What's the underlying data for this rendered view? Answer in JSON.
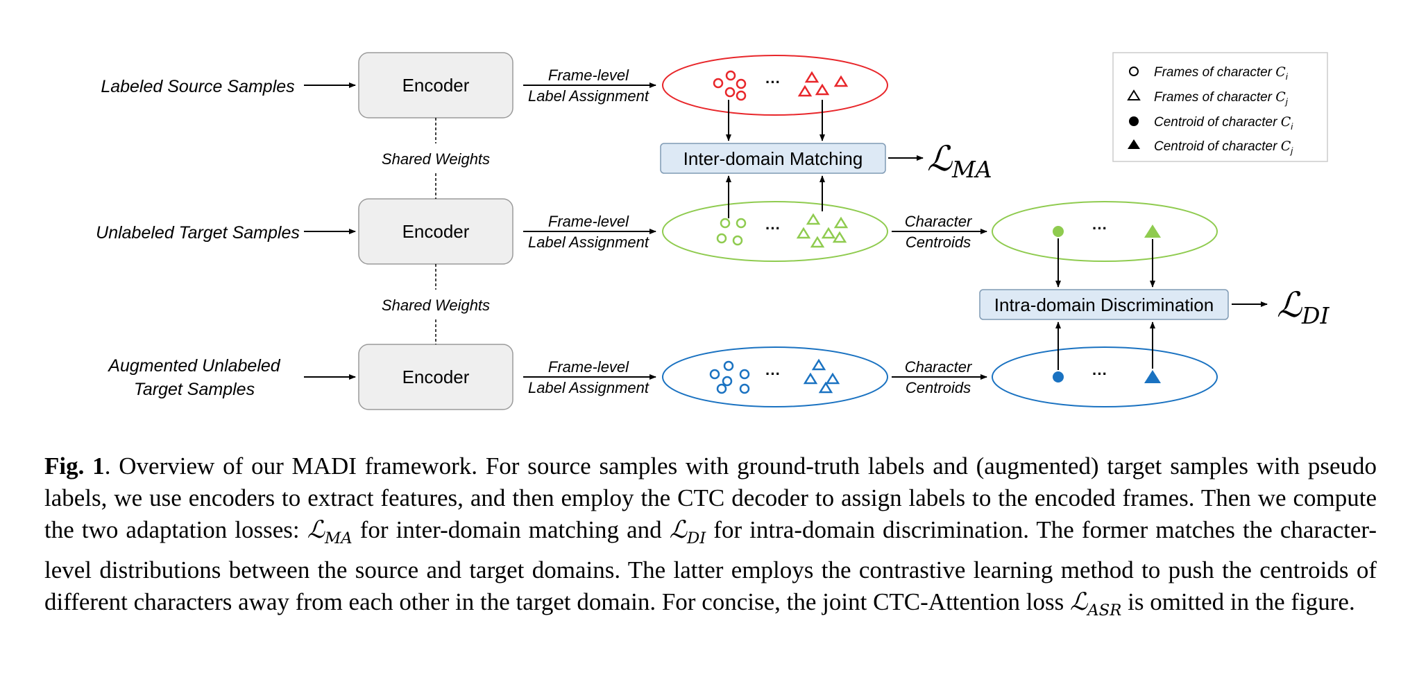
{
  "inputs": {
    "source": "Labeled Source Samples",
    "target": "Unlabeled Target Samples",
    "augmented_line1": "Augmented Unlabeled",
    "augmented_line2": "Target Samples"
  },
  "encoder_label": "Encoder",
  "shared_weights": "Shared Weights",
  "frame_level_line1": "Frame-level",
  "frame_level_line2": "Label Assignment",
  "character_centroids_line1": "Character",
  "character_centroids_line2": "Centroids",
  "ellipsis": "···",
  "inter_domain": "Inter-domain Matching",
  "intra_domain": "Intra-domain Discrimination",
  "loss_ma": {
    "main": "ℒ",
    "sub": "MA"
  },
  "loss_di": {
    "main": "ℒ",
    "sub": "DI"
  },
  "legend": {
    "items": [
      {
        "text": "Frames of character ",
        "var": "C",
        "sub": "i"
      },
      {
        "text": "Frames of character ",
        "var": "C",
        "sub": "j"
      },
      {
        "text": "Centroid of character ",
        "var": "C",
        "sub": "i"
      },
      {
        "text": "Centroid of character ",
        "var": "C",
        "sub": "j"
      }
    ]
  },
  "colors": {
    "source": "#e8262a",
    "target": "#8fcb4f",
    "augmented": "#1a72c1",
    "box_fill": "#dde9f5"
  },
  "caption": {
    "fig_label": "Fig. 1",
    "part1": ". Overview of our MADI framework. For source samples with ground-truth labels and (augmented) target samples with pseudo labels, we use encoders to extract features, and then employ the CTC decoder to assign labels to the encoded frames. Then we compute the two adaptation losses: ",
    "ma_main": "ℒ",
    "ma_sub": "MA",
    "part2": " for inter-domain matching and ",
    "di_main": "ℒ",
    "di_sub": "DI",
    "part3": " for intra-domain discrimination. The former matches the character-level distributions between the source and target domains. The latter employs the contrastive learning method to push the centroids of different characters away from each other in the target domain. For concise, the joint CTC-Attention loss ",
    "asr_main": "ℒ",
    "asr_sub": "ASR",
    "part4": " is omitted in the figure."
  }
}
